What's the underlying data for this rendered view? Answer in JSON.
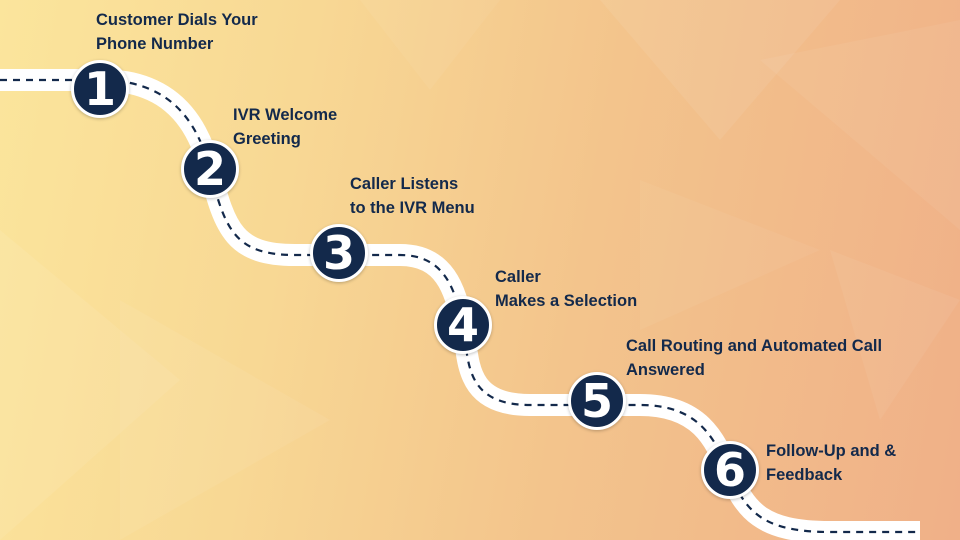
{
  "colors": {
    "badge_fill": "#13294b",
    "badge_border": "#ffffff",
    "label_text": "#13294b",
    "road": "#ffffff",
    "road_dash": "#13294b"
  },
  "steps": [
    {
      "number": "1",
      "lines": [
        "Customer Dials Your",
        "Phone Number"
      ]
    },
    {
      "number": "2",
      "lines": [
        "IVR Welcome",
        "Greeting"
      ]
    },
    {
      "number": "3",
      "lines": [
        "Caller Listens",
        "to the IVR Menu"
      ]
    },
    {
      "number": "4",
      "lines": [
        "Caller",
        "Makes a Selection"
      ]
    },
    {
      "number": "5",
      "lines": [
        "Call Routing and Automated Call",
        "Answered"
      ]
    },
    {
      "number": "6",
      "lines": [
        "Follow-Up and &",
        "Feedback"
      ]
    }
  ]
}
